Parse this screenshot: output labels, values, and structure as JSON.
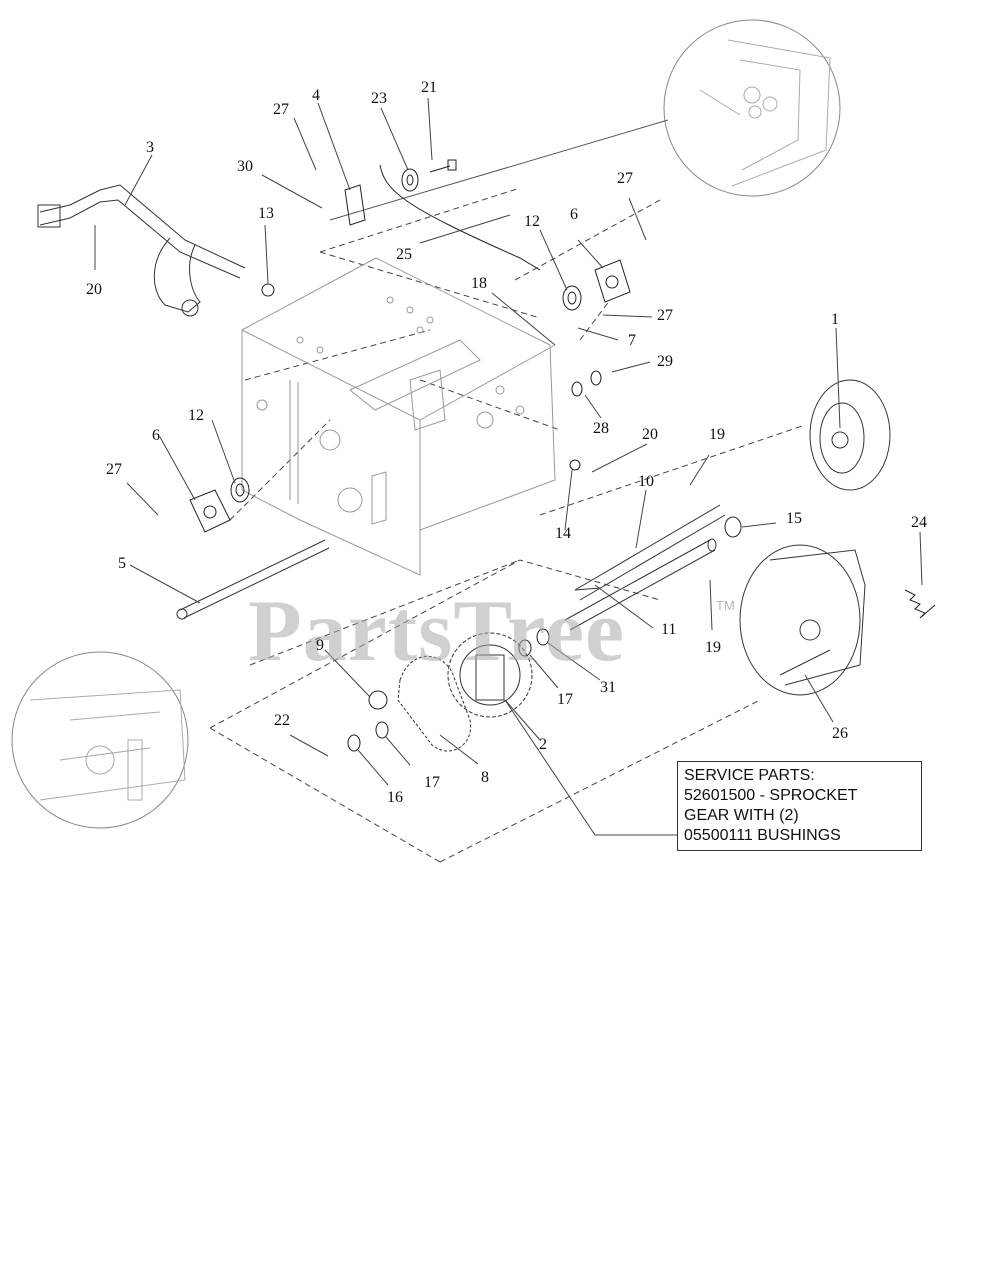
{
  "watermark": {
    "text": "PartsTree",
    "tm": "TM"
  },
  "service_box": {
    "lines": [
      "SERVICE PARTS:",
      "52601500 - SPROCKET",
      "GEAR WITH (2)",
      "05500111 BUSHINGS"
    ]
  },
  "callouts": {
    "c1": "1",
    "c2": "2",
    "c3": "3",
    "c4": "4",
    "c5": "5",
    "c6a": "6",
    "c6b": "6",
    "c7": "7",
    "c8": "8",
    "c9": "9",
    "c10": "10",
    "c11": "11",
    "c12a": "12",
    "c12b": "12",
    "c13": "13",
    "c14": "14",
    "c15": "15",
    "c16": "16",
    "c17a": "17",
    "c17b": "17",
    "c18": "18",
    "c19a": "19",
    "c19b": "19",
    "c20a": "20",
    "c20b": "20",
    "c21": "21",
    "c22": "22",
    "c23": "23",
    "c24": "24",
    "c25": "25",
    "c26": "26",
    "c27a": "27",
    "c27b": "27",
    "c27c": "27",
    "c27d": "27",
    "c28": "28",
    "c29": "29",
    "c30": "30",
    "c31": "31"
  }
}
